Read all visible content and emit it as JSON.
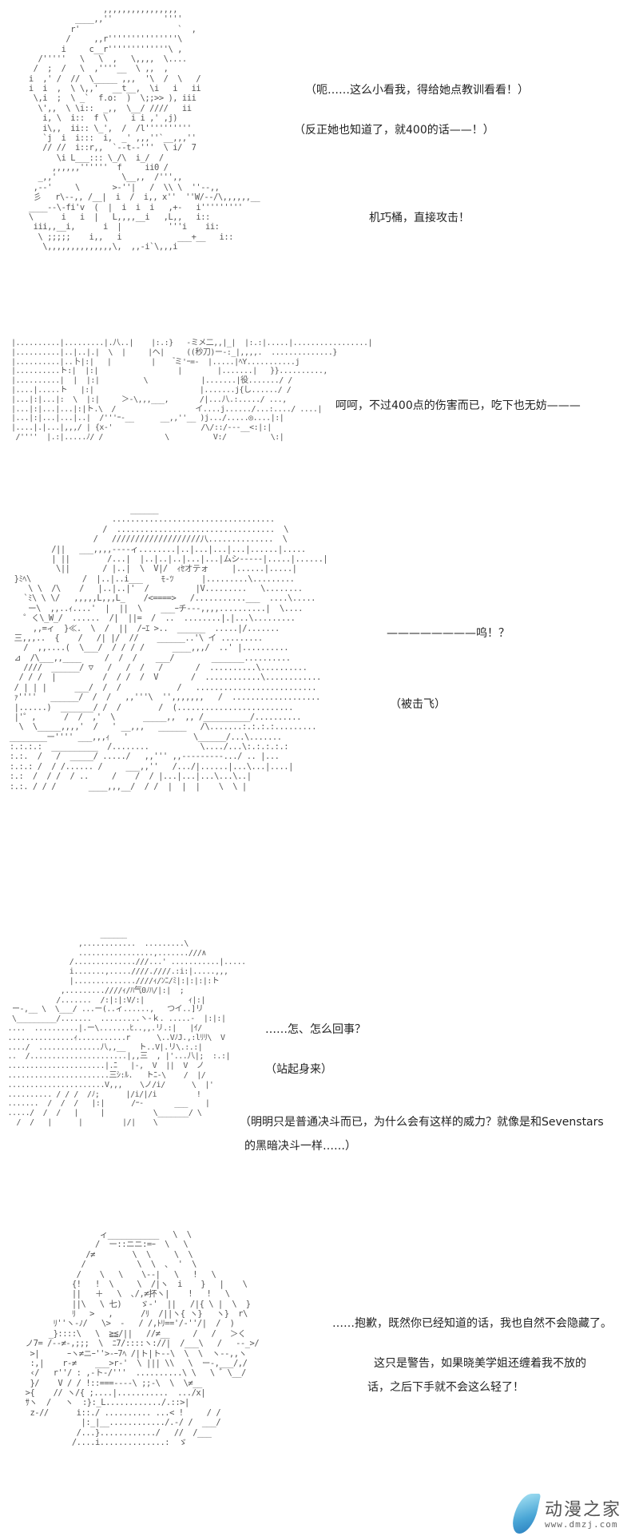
{
  "panels": [
    {
      "id": "panel-1",
      "ascii_art": "                 ,,,,,,,,,,,,,,,,\n           ____,,''           ''''\n          r'                     `  ,\n         /     ,,r'''''''''''''''\\\n        i     c__r'''''''''''''\\ ,\n   /'''''   \\   \\  ,   \\,,,,  \\....\n  /  ;  /   \\  ,''''__  \\ ,,  ,\n i  ,' /  //  \\_____ ,,,  '\\  /  \\   /\n i  i  ,  \\ \\,,'   __t__,  \\i   i   ii\n  \\,i  ;  \\ _`  f.o:  )  \\;;>> ), iii\n   \\',,  \\ \\i::  _,,  \\__/ ////   ii\n    i, \\  i::  f \\     i i ,' ,j)\n    i\\,,  ii:: \\_',  /  /l''''''''''\n    `j  i  i:::  i,  _' ,,,''`__,,,''\n    // //  i::r,,  `--t--'''  \\ i/  7\n       \\i L___::: \\_/\\  i_/  /\n      ,,,,,,''''''  f     ii0 /\n   _,,'              \\__,,  /''',,\n  ,--'     \\       >-''|   /  \\\\ \\  ''--,,\n  彡   r\\--,, /__|  i  /  i,, x''  ''W/--/\\,,,,,,__\n ____--\\-fi'v  (  |  i  i  i   ,+-   i'''''''''\n \\      i   i  |   L,,,,__i   ,L,,   i::\n  iii,,__i,      i  |          '''i    ii:\n   \\ ;;;;;    i,,   i            ___+__   i::\n    \\,,,,,,,,,,,,,,\\,  ,,-i`\\,,,i",
      "dialogue": [
        "（呃……这么小看我，得给她点教训看看！）",
        "（反正她也知道了，就400的话——！）",
        "机巧桶，直接攻击！"
      ]
    },
    {
      "id": "panel-2",
      "ascii_art": "|..........|.........|.八..|    |:.:}   -ミメ二,,|_|  |:.:|.....|.................|\n|..........|..|..|.|  \\  |     |ヘ|     ((秒刀)ー-:_|,,,,.  ..............}\n|..........|..卜|:|   |         |     ゙ミ'ｰ=-  |.....|ﾍY...........j\n|..........ト:|  |:|                  |        |.......|   }}..........,\n|..........|  |  |:|          \\            |.......|役......./ /\n|....|.....ト   |:|                        |.......j{し....../ /\n|...|:|...|:  \\  |:|     ＞-\\,,,___,       /|...八.:...../ ...,\n|...|:|...|...|:|ト.\\  /                  イ....j....../...:..../ ....|\n|...|:|...|...|..|  /'''ｰ-__      __,,''__ )j.../.....◎....|:|\n|....|.|...|,,,/ | {x-'                    /\\/::/---__<:|:|\n /''''  |.:|.....ﾉ/ /              \\          V:/          \\:|",
      "dialogue": [
        "呵呵，不过400点的伤害而已，吃下也无妨———"
      ]
    },
    {
      "id": "panel-3",
      "ascii_art": "                           ______\n                       ...................................\n                     /  ..................................  \\\n                   /   ///////////////////八..............  \\\n          /||   ___,,,,----ィ........|..|...|...|...|......|.....\n          | ||        /...|  |..|..|..|...|...|ムシ-----|.....|......|\n           \\||       / |..|  \\  V|/  ｨｾオテォ     |......|.....|\n  }ﾐﾍ\\           /  |..|..i___    ﾓ-ﾂ      |.........\\.........\n     \\ \\  /\\    /   |..|..|'  /          |V.........   \\........\n    `ﾐ\\ \\ \\/   ,,,,,L,,,L_    /<====>   /...........___  ....\\.....\n     ー\\  ,,..ｨ....'  |  ||  \\    ___ｰチ---,,,,..........|  \\....\n    ゜く\\_W_/  ......  /|  ||=  /  ..  ........|.|...\\.........\n      ,,=ィ  }≪.  \\  /  ||  /ｰｴ >..  ______  .....|/.......\n  三,,,..  {    /   /| |/  //    ______..'\\ イ .........\n    /  ,,....(  \\___/  / / / /      ____,,,/  ..' |..........\n  ⊿  /\\___,,____     /  /  /    ___/        _______..........\n    ////  ______/ ▽   /   /  /   /       /  ..........\\..........\n   / / /  |          /  / /  /  V       /  ............\\............\n  / | | |      ___/  /  /            /   ..........................\n  ｧ''''   ______/  /  /   ,,'''\\  '',,,,,,,   /  ...................\n  |......)  _______/ /  /        /  (.........................\n  |'゜,      /  /  ,'  \\      _____,,  ,, /__________/..........\n   \\  \\_____,,,,'  /   ' __,,,   ______   /\\.......:.:.:.:.........\n ________ー'''' ___,,,ｨ   '              \\______/...\\.......\n :.:.:.:  __________  /........           \\..../...\\:.:.:.:.:\n :.:.  /   /  _____/ ...../   ,,''' ,,---------.../ .. |...\n :.:.: /  / /...... /     ___,,''   /.../|......|...\\...|....|\n :.:  /  / /  / ..     /    /  / |...|...|...\\...\\..|\n :.:. / / /       ____,,,__/  / /  |  |  |    \\  \\ |",
      "dialogue": [
        "————————呜！？",
        "（被击飞）"
      ]
    },
    {
      "id": "panel-4",
      "ascii_art": "                      ______\n                 ,............  .........\\\n                 .................,.......///∧\n               /..............///...' ...........|.....\n               i.......,.....////.////.:i:|.....,,,\n               |..............////ｨ/ﾝﾆ/ﾐ|:|:|:|:ト\n             ,.........////ｨ/ﾊ气0ﾉﾊ/|:|  ;\n            /.......  /:|:|:V/:|          ｨ|:|\n  ー-,__ \\  \\___/ ...ー(..ィ......,   つイ..]リ\n  \\_________/.......  .........ヽ-ｋ. .....-  |:|:|\n ....  ..........|.ー\\.......ﾋ..,,.リ.:|   |ｲ/\n ...............ｨ...........r      \\..VﾉJ.,:lﾘﾘ\\  V\n ..../  ..............八,,__   ト..V|.リ\\.:.:|\n ..  /......................|,,三  , |'...八|;  :.:|\n ......................|.ﾆ   |-,  V  ||  V  ノ\n .......................三ｼ:ﾙ.   トﾆ-\\    /  |/\n ......................V,,,    \\ノ/i/      \\  |'\n .......... / / /  /ﾉ;      |/i/|/i         !\n .......  /  /  /   |:|      /ｰ-       ___    |\n ...../  /  /   |     |           \\_______/ \\\n   /  /   |      |         |/|    \\",
      "dialogue": [
        "……怎、怎么回事？",
        "（站起身来）",
        "（明明只是普通决斗而已，为什么会有这样的威力？就像是和Sevenstars",
        "的黑暗决斗一样……）"
      ]
    },
    {
      "id": "panel-5",
      "ascii_art": "                  ィ___________   \\  \\\n                 /  ー::ニニ:=ｰ  \\   \\\n               /≠        \\  \\     \\  \\\n              /           \\  \\  ､  '  \\\n             /    \\   \\    \\--|   \\   !   \\\n            {!   !  \\     \\  /|ヽ  i    }   |    \\\n            ||   ＋   \\  ､/,≠抔ヽ|    !   !   \\\n            ||\\   \\ 七)    ゞ-'  ||   /|{ \\ |  \\  }\n            ﾘ   >   ,      /ﾘ  /||ヽ{ ヽ}   ヽ}  r\\\n        ﾘ''ヽ-ﾉ/   \\>  -   / /,ﾄﾘ=='/-''/|  /  )\n       _}::::\\   \\  ≧≦/||   //≠__     /   /   ＞く\n  ノ7= /--≠-,;;;  \\  ﾆ7/::::ヽ://|  /___\\   /   --_>/\n   >|      ｰヽ≠ニｰ''>-ｰ7ﾍ /|ト|ト--\\  \\  \\  ヽ--,,ヽ\n   :,|    r-≠    ___>r-'  \\ ||| \\\\   \\  ー-,___/,/\n   ‹/   r''/ : ,-ト-/'''  ..........\\ \\   \\ ゛\\__/\n   }/    V / / !::===----\\ ;;-\\  \\  \\≠__\n  >{    // ヽ/{ ;....|...........  .../x|\n  ｻヽ  /   ヽ  :}:_L............/.::>|\n   z-//      i::./ .......... ...< !     / /\n              |:_|__............/.-/ /  ___/\n             /...}............/   //  /___\n            /....i..............:  ゞ",
      "dialogue": [
        "……抱歉，既然你已经知道的话，我也自然不会隐藏了。",
        "这只是警告，如果晓美学姐还缠着我不放的",
        "话，之后下手就不会这么轻了！"
      ]
    }
  ],
  "watermark": {
    "icon": "water-drop-logo-icon",
    "name": "动漫之家",
    "url": "www.dmzj.com",
    "color_light": "#a8e3f4",
    "color_dark": "#2a7fbf"
  }
}
